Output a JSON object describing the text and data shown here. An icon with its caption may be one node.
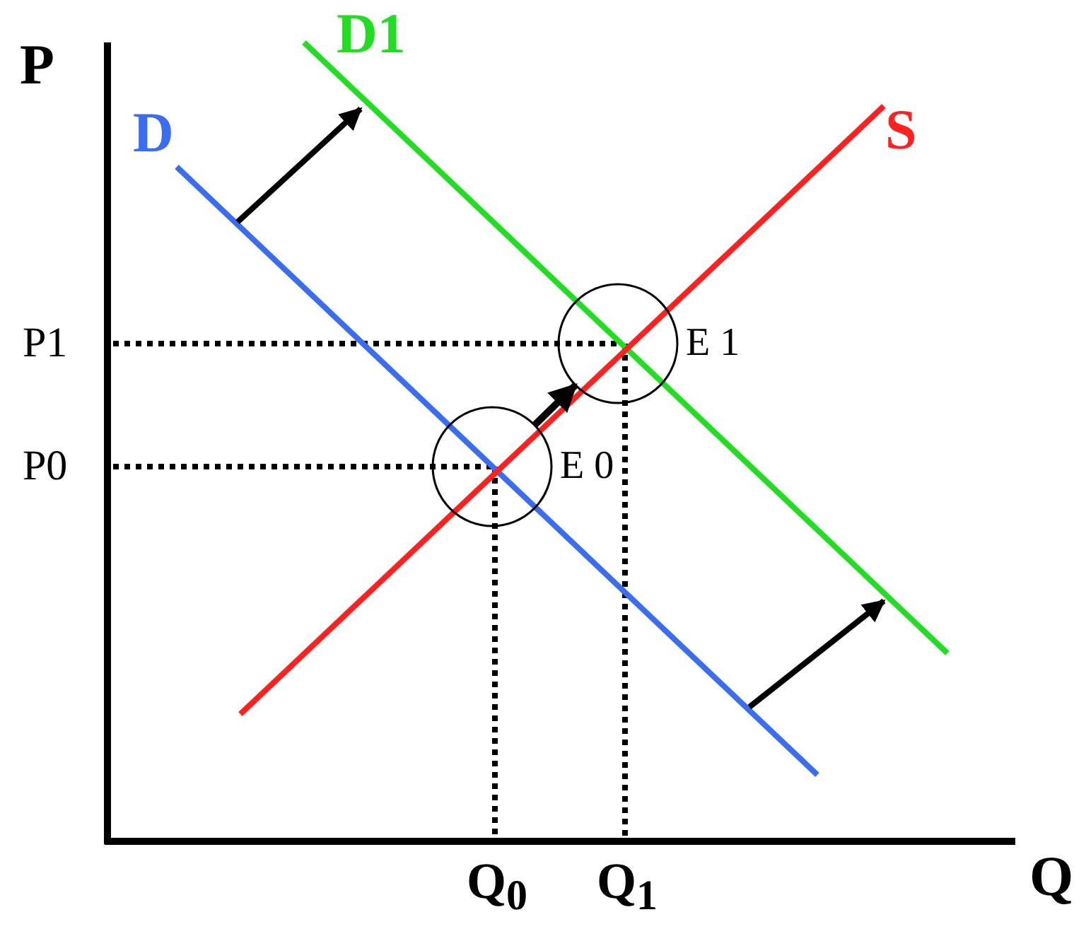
{
  "diagram": {
    "nodes": [
      {
        "text": [],
        "shape": "circle",
        "beside": [
          "E 0"
        ]
      },
      {
        "text": [],
        "shape": "circle",
        "beside": [
          "E 1"
        ]
      }
    ],
    "edges": [
      {
        "from": 0,
        "to": 1,
        "arrow": "to"
      }
    ],
    "labels": [
      "P",
      "D1",
      "D",
      "S",
      "P1",
      "P0",
      "Q$_{0}$",
      "Q$_{1}$",
      "Q"
    ]
  }
}
